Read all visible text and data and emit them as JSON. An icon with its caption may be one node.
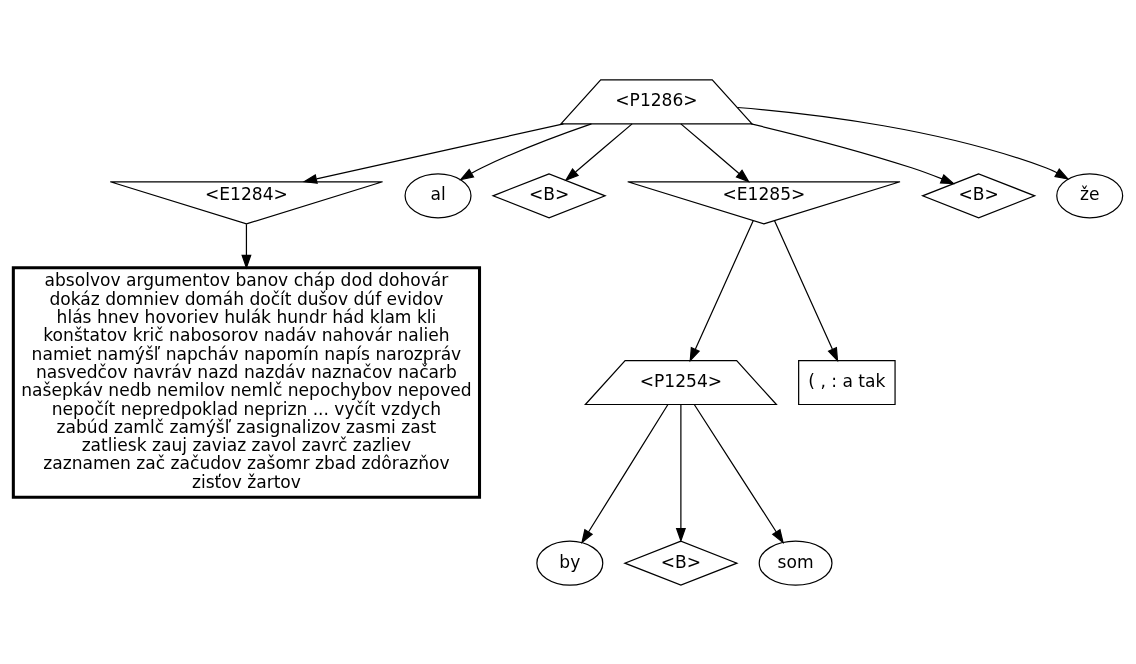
{
  "diagram": {
    "nodes": [
      {
        "text": [
          "<P1286>"
        ]
      },
      {
        "text": [
          "<E1284>"
        ]
      },
      {
        "text": [
          "absolvov argumentov banov cháp dod dohovár dokáz domniev domáh dočít dušov dúf evidov hlás hnev hovoriev hulák hundr hád klam kli konštatov krič nabosorov nadáv nahovár nalieh namiet namýšľ napcháv napomín napís narozpráv nasvedčov navráv nazd nazdáv naznačov načarb našepkáv nedb nemilov nemlč nepochybov nepoved nepočít nepredpoklad neprizn ... vyčít vzdych zabúd zamlč zamýšľ zasignalizov zasmi zast zatliesk zauj zaviaz zavol zavrč zazliev zaznamen zač začudov zašomr zbad zdôrazňov zisťov žartov"
        ]
      },
      {
        "text": [
          "al"
        ]
      },
      {
        "text": [
          "<B>"
        ]
      },
      {
        "text": [
          "<E1285>"
        ]
      },
      {
        "text": [
          "<P1254>"
        ]
      },
      {
        "text": [
          "by"
        ]
      },
      {
        "text": [
          "<B>"
        ]
      },
      {
        "text": [
          "som"
        ]
      },
      {
        "text": [
          "( , : a tak"
        ]
      },
      {
        "text": [
          "<B>"
        ]
      },
      {
        "text": [
          "že"
        ]
      }
    ],
    "edges": [
      {
        "from": 0,
        "to": 1,
        "arrow": "to"
      },
      {
        "from": 0,
        "to": 3,
        "arrow": "to"
      },
      {
        "from": 0,
        "to": 4,
        "arrow": "to"
      },
      {
        "from": 0,
        "to": 5,
        "arrow": "to"
      },
      {
        "from": 0,
        "to": 11,
        "arrow": "to"
      },
      {
        "from": 0,
        "to": 12,
        "arrow": "to"
      },
      {
        "from": 1,
        "to": 2,
        "arrow": "to"
      },
      {
        "from": 5,
        "to": 6,
        "arrow": "to"
      },
      {
        "from": 5,
        "to": 10,
        "arrow": "to"
      },
      {
        "from": 6,
        "to": 7,
        "arrow": "to"
      },
      {
        "from": 6,
        "to": 8,
        "arrow": "to"
      },
      {
        "from": 6,
        "to": 9,
        "arrow": "to"
      }
    ]
  }
}
